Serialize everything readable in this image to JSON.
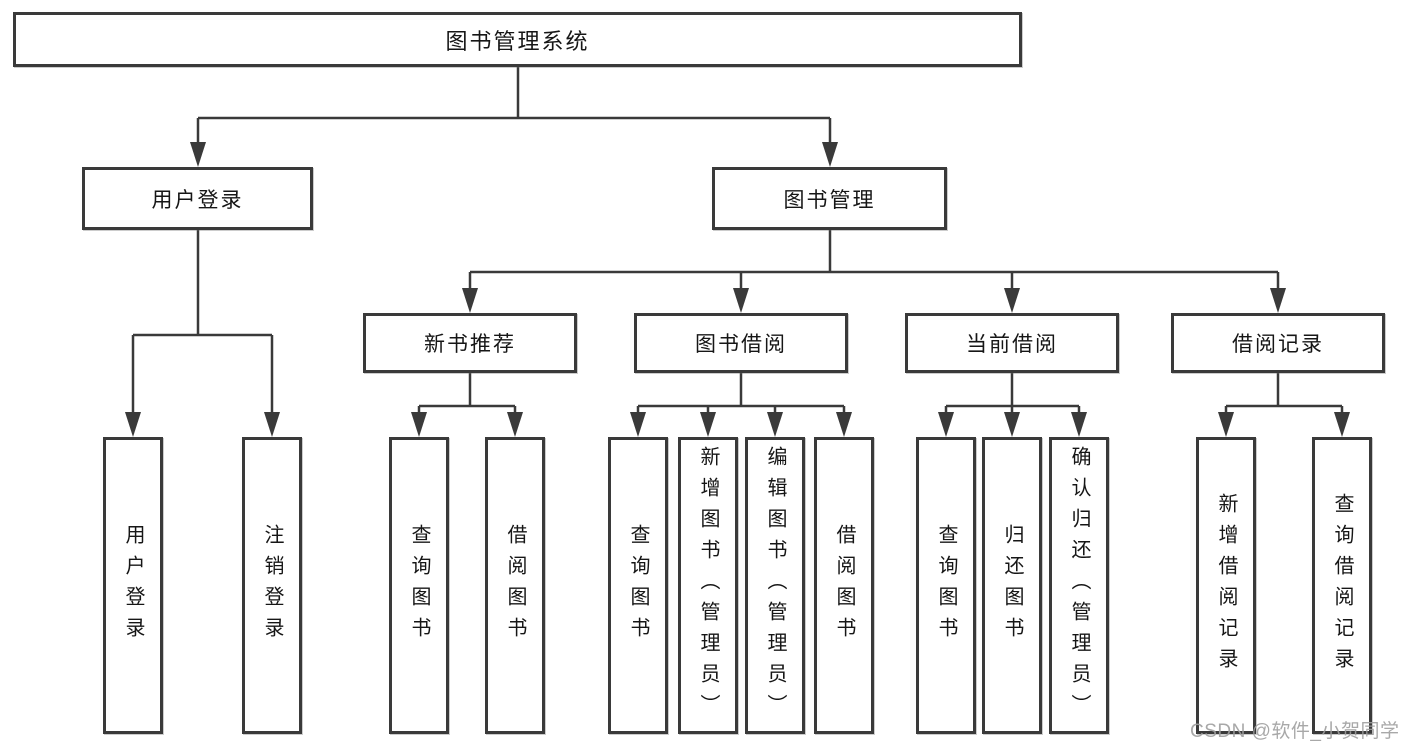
{
  "nodes": {
    "root": "图书管理系统",
    "user_login": "用户登录",
    "book_management": "图书管理",
    "new_book_recommend": "新书推荐",
    "book_borrow": "图书借阅",
    "current_borrow": "当前借阅",
    "borrow_records": "借阅记录",
    "ul_user_login": "用户登录",
    "ul_logout": "注销登录",
    "nbr_query_books": "查询图书",
    "nbr_borrow_books": "借阅图书",
    "bb_query_books": "查询图书",
    "bb_add_books": "新增图书（管理员）",
    "bb_edit_books": "编辑图书（管理员）",
    "bb_borrow_books": "借阅图书",
    "cb_query_books": "查询图书",
    "cb_return_books": "归还图书",
    "cb_confirm_return": "确认归还（管理员）",
    "br_add_record": "新增借阅记录",
    "br_query_record": "查询借阅记录"
  },
  "watermark": "CSDN @软件_小贺同学",
  "colors": {
    "line": "#3a3a3a",
    "text": "#161616",
    "background": "#ffffff",
    "watermark": "#9e9e9e"
  }
}
